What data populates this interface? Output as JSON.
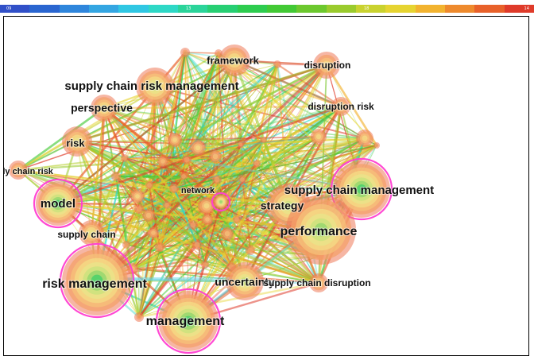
{
  "timeline": {
    "start_label": "09",
    "mid_labels": [
      "13",
      "18"
    ],
    "end_label": "14",
    "colors": [
      "#3150c8",
      "#2a66d0",
      "#2f86dc",
      "#34a6e2",
      "#30c7e3",
      "#2ed8c6",
      "#2bd49a",
      "#27cf73",
      "#2dcc4f",
      "#42c935",
      "#6cc82e",
      "#9acb2d",
      "#c9d22f",
      "#e6d431",
      "#f2b32f",
      "#ee8a2d",
      "#e8612a",
      "#df3b2a"
    ]
  },
  "network": {
    "keywords": [
      {
        "id": "framework",
        "label": "framework",
        "size": 13
      },
      {
        "id": "disruption",
        "label": "disruption",
        "size": 12
      },
      {
        "id": "scrm",
        "label": "supply chain risk management",
        "size": 15
      },
      {
        "id": "perspective",
        "label": "perspective",
        "size": 14
      },
      {
        "id": "disruption-risk",
        "label": "disruption risk",
        "size": 12
      },
      {
        "id": "risk",
        "label": "risk",
        "size": 13
      },
      {
        "id": "scr",
        "label": "supply chain risk",
        "size": 11
      },
      {
        "id": "network",
        "label": "network",
        "size": 11
      },
      {
        "id": "model",
        "label": "model",
        "size": 15
      },
      {
        "id": "strategy",
        "label": "strategy",
        "size": 14
      },
      {
        "id": "scm",
        "label": "supply chain management",
        "size": 15
      },
      {
        "id": "supply-chain",
        "label": "supply chain",
        "size": 12
      },
      {
        "id": "performance",
        "label": "performance",
        "size": 16
      },
      {
        "id": "risk-management",
        "label": "risk management",
        "size": 16
      },
      {
        "id": "uncertainty",
        "label": "uncertainty",
        "size": 14
      },
      {
        "id": "scd",
        "label": "supply chain disruption",
        "size": 12
      },
      {
        "id": "management",
        "label": "management",
        "size": 16
      }
    ],
    "link_colors": [
      "#e8612a",
      "#df3b2a",
      "#e6d431",
      "#9acb2d",
      "#42c935",
      "#2ed8c6",
      "#f2b32f",
      "#c9d22f"
    ],
    "node_ring_colors": [
      "#ef7a5a",
      "#f4a06a",
      "#f6c27a",
      "#f4dc86",
      "#e8e58a",
      "#c8e27c",
      "#8fd66c",
      "#3fcf6a"
    ],
    "highlight_color": "#ff3fd2"
  }
}
